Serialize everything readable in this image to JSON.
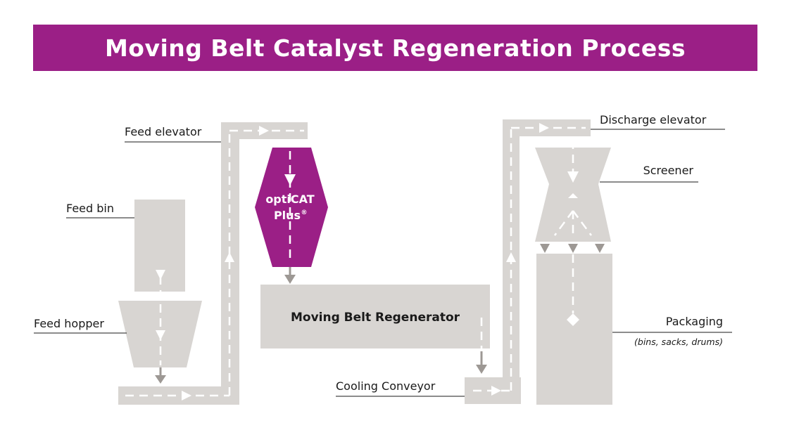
{
  "title": "Moving Belt Catalyst Regeneration Process",
  "colors": {
    "brand": "#9b1f86",
    "equipment": "#d8d5d2",
    "flow": "#ffffff",
    "arrow": "#9d9894"
  },
  "labels": {
    "feed_elevator": "Feed elevator",
    "feed_bin": "Feed bin",
    "feed_hopper": "Feed hopper",
    "opticat_line1": "optiCAT",
    "opticat_line2": "Plus",
    "registered_mark": "®",
    "regenerator": "Moving Belt Regenerator",
    "cooling_conveyor": "Cooling Conveyor",
    "discharge_elevator": "Discharge elevator",
    "screener": "Screener",
    "packaging": "Packaging",
    "packaging_sub": "(bins, sacks, drums)"
  }
}
